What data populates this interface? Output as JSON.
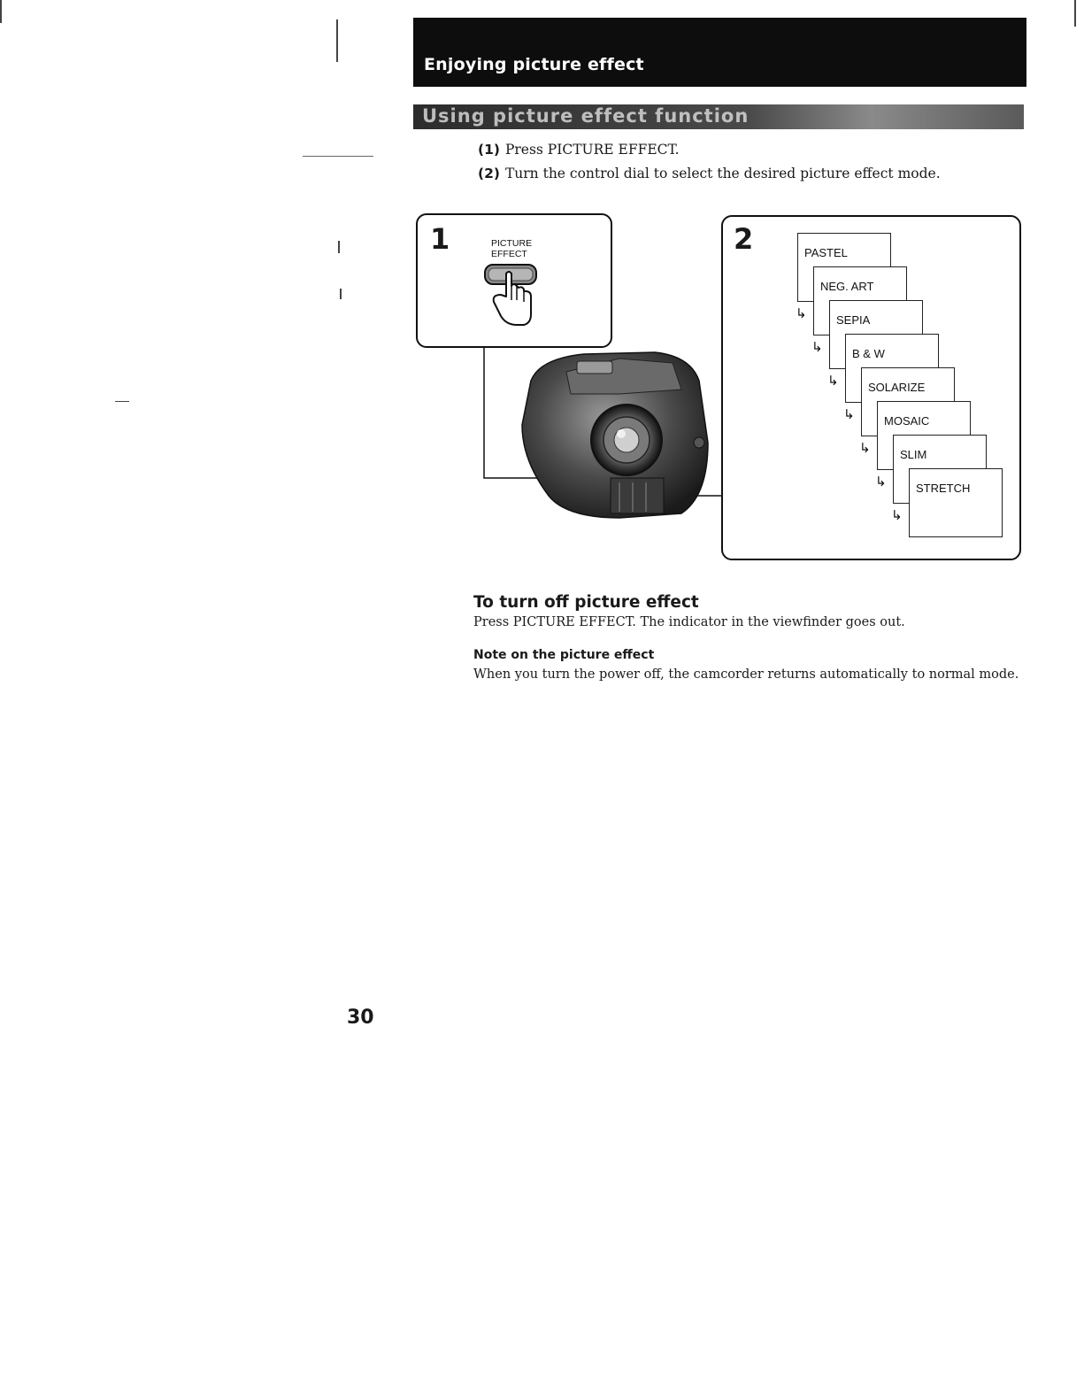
{
  "header": {
    "title": "Enjoying picture effect",
    "subtitle": "Using picture effect function"
  },
  "steps": [
    {
      "num": "(1)",
      "text": "Press PICTURE EFFECT."
    },
    {
      "num": "(2)",
      "text": "Turn the control dial to select the desired picture effect mode."
    }
  ],
  "illustration": {
    "panel1_number": "1",
    "panel2_number": "2",
    "button_label_line1": "PICTURE",
    "button_label_line2": "EFFECT",
    "modes": [
      "PASTEL",
      "NEG. ART",
      "SEPIA",
      "B & W",
      "SOLARIZE",
      "MOSAIC",
      "SLIM",
      "STRETCH"
    ]
  },
  "turn_off": {
    "heading": "To turn off picture effect",
    "body": "Press PICTURE EFFECT. The indicator in the viewfinder goes out."
  },
  "note": {
    "heading": "Note on the picture effect",
    "body": "When you turn the power off, the camcorder returns automatically to normal mode."
  },
  "page_number": "30"
}
